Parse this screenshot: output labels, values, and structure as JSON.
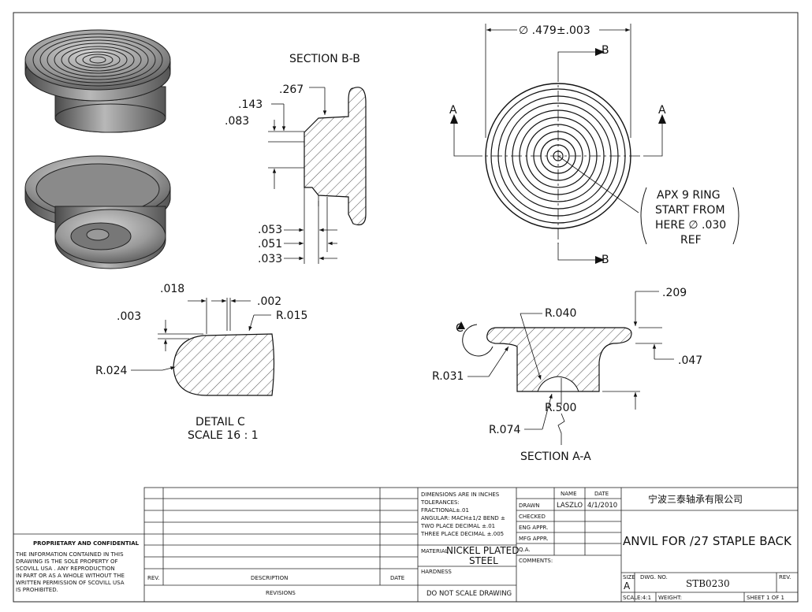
{
  "sheet": {
    "section_bb_title": "SECTION B-B",
    "section_aa_title": "SECTION A-A",
    "detail_c_title": "DETAIL C",
    "detail_c_scale": "SCALE 16 : 1",
    "label_a": "A",
    "label_b": "B",
    "dims": {
      "dia": ".479±.003",
      "d267": ".267",
      "d143": ".143",
      "d083": ".083",
      "d053": ".053",
      "d051": ".051",
      "d033": ".033",
      "d018": ".018",
      "d002": ".002",
      "d003": ".003",
      "r015": "R.015",
      "r024": "R.024",
      "d209": ".209",
      "d047": ".047",
      "r040": "R.040",
      "r031": "R.031",
      "r500": "R.500",
      "r074": "R.074"
    },
    "note": [
      "APX 9 RING",
      "START FROM",
      "HERE ∅ .030",
      "REF"
    ]
  },
  "title_block": {
    "proprietary_heading": "PROPRIETARY AND CONFIDENTIAL",
    "proprietary_text": [
      "THE INFORMATION CONTAINED IN THIS",
      "DRAWING IS THE SOLE PROPERTY OF",
      "SCOVILL USA . ANY REPRODUCTION",
      "IN PART OR AS A WHOLE WITHOUT THE",
      "WRITTEN PERMISSION OF SCOVILL USA",
      "IS PROHIBITED."
    ],
    "rev_header": "REV.",
    "description_header": "DESCRIPTION",
    "date_header": "DATE",
    "revisions_label": "REVISIONS",
    "tolerances": [
      "DIMENSIONS ARE IN INCHES",
      "TOLERANCES:",
      "FRACTIONAL±.01",
      "ANGULAR: MACH±1/2 BEND ±",
      "TWO PLACE DECIMAL    ±.01",
      "THREE PLACE DECIMAL  ±.005"
    ],
    "material_label": "MATERIAL",
    "material_value_1": "NICKEL PLATED",
    "material_value_2": "STEEL",
    "hardness_label": "HARDNESS",
    "do_not_scale": "DO NOT SCALE DRAWING",
    "name_header": "NAME",
    "date_col_header": "DATE",
    "rows": [
      "DRAWN",
      "CHECKED",
      "ENG APPR.",
      "MFG APPR.",
      "Q.A.",
      "COMMENTS:"
    ],
    "drawn_name": "LASZLO",
    "drawn_date": "4/1/2010",
    "company": "宁波三泰轴承有限公司",
    "part_title": "ANVIL FOR /27 STAPLE BACK",
    "size_label": "SIZE",
    "size_value": "A",
    "dwg_no_label": "DWG.  NO.",
    "dwg_no_value": "STB0230",
    "rev_label": "REV.",
    "scale_label": "SCALE:4:1",
    "weight_label": "WEIGHT:",
    "sheet_label": "SHEET 1 OF 1"
  }
}
